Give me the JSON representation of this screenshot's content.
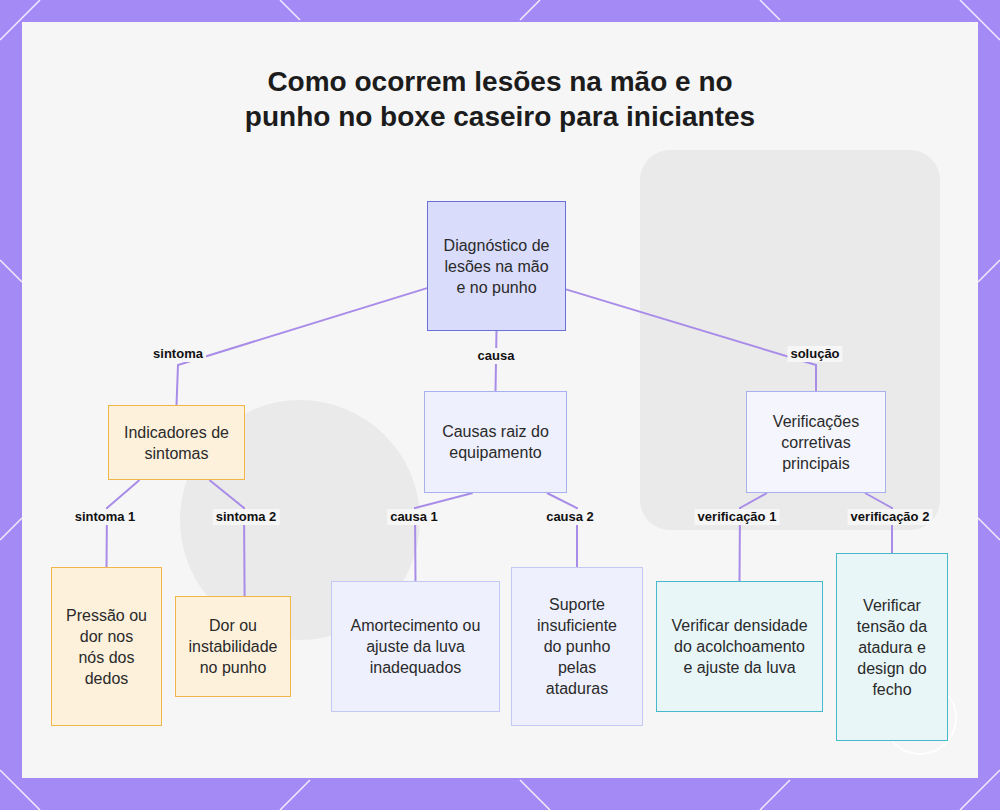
{
  "diagram": {
    "title": "Como ocorrem lesões na mão e no punho no boxe caseiro para iniciantes",
    "nodes": [
      {
        "text": [
          "Diagnóstico de lesões na mão e no punho"
        ]
      },
      {
        "text": [
          "Indicadores de sintomas"
        ]
      },
      {
        "text": [
          "Causas raiz do equipamento"
        ]
      },
      {
        "text": [
          "Verificações corretivas principais"
        ]
      },
      {
        "text": [
          "Pressão ou dor nos nós dos dedos"
        ]
      },
      {
        "text": [
          "Dor ou instabilidade no punho"
        ]
      },
      {
        "text": [
          "Amortecimento ou ajuste da luva inadequados"
        ]
      },
      {
        "text": [
          "Suporte insuficiente do punho pelas ataduras"
        ]
      },
      {
        "text": [
          "Verificar densidade do acolchoamento e ajuste da luva"
        ]
      },
      {
        "text": [
          "Verificar tensão da atadura e design do fecho"
        ]
      }
    ],
    "edges": [
      {
        "from": 0,
        "to": 1,
        "arrow": "none",
        "label": "sintoma"
      },
      {
        "from": 0,
        "to": 2,
        "arrow": "none",
        "label": "causa"
      },
      {
        "from": 0,
        "to": 3,
        "arrow": "none",
        "label": "solução"
      },
      {
        "from": 1,
        "to": 4,
        "arrow": "none",
        "label": "sintoma 1"
      },
      {
        "from": 1,
        "to": 5,
        "arrow": "none",
        "label": "sintoma 2"
      },
      {
        "from": 2,
        "to": 6,
        "arrow": "none",
        "label": "causa 1"
      },
      {
        "from": 2,
        "to": 7,
        "arrow": "none",
        "label": "causa 2"
      },
      {
        "from": 3,
        "to": 8,
        "arrow": "none",
        "label": "verificação 1"
      },
      {
        "from": 3,
        "to": 9,
        "arrow": "none",
        "label": "verificação 2"
      }
    ]
  }
}
